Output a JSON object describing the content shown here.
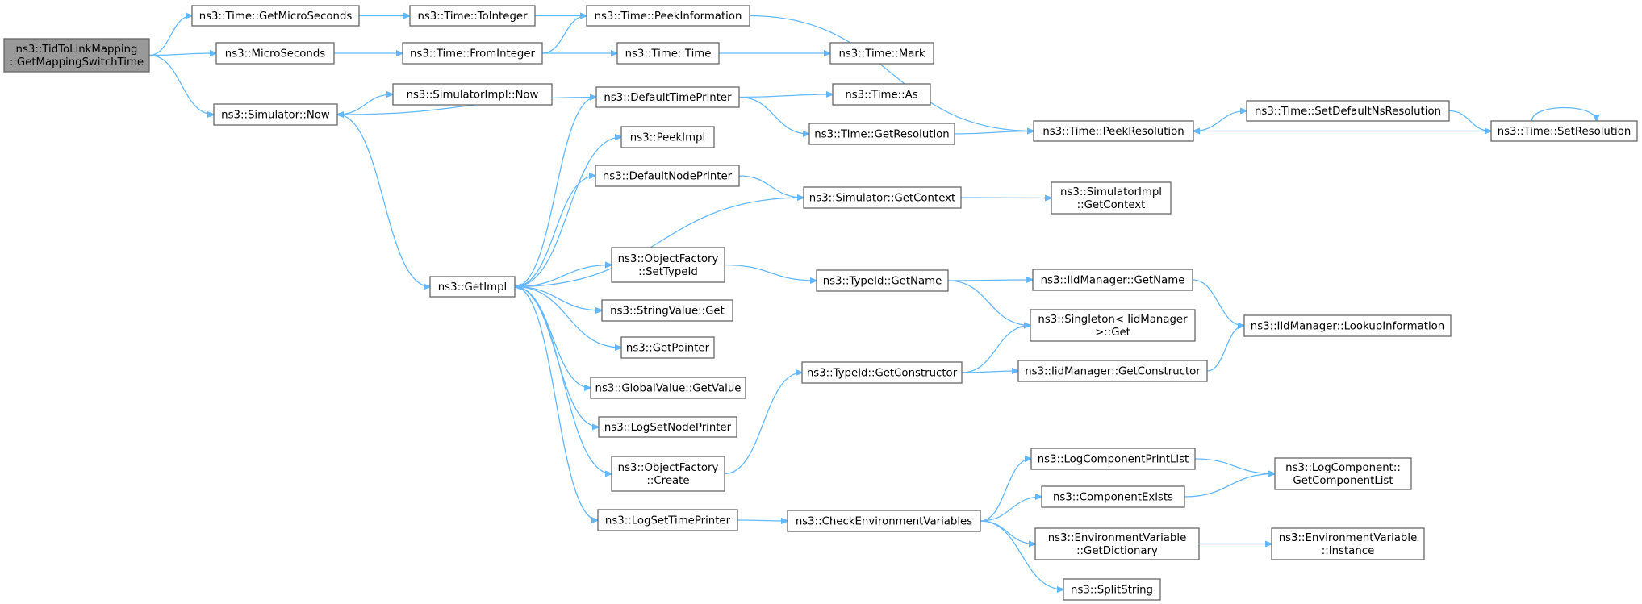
{
  "graph": {
    "edge_color": "#63b8ff",
    "root_fill": "#999999",
    "node_fill": "#ffffff",
    "node_border": "#666666",
    "nodes": [
      {
        "id": "root",
        "lines": [
          "ns3::TidToLinkMapping",
          "::GetMappingSwitchTime"
        ],
        "root": true
      },
      {
        "id": "getmicro",
        "lines": [
          "ns3::Time::GetMicroSeconds"
        ]
      },
      {
        "id": "microsec",
        "lines": [
          "ns3::MicroSeconds"
        ]
      },
      {
        "id": "simnow",
        "lines": [
          "ns3::Simulator::Now"
        ]
      },
      {
        "id": "tointeger",
        "lines": [
          "ns3::Time::ToInteger"
        ]
      },
      {
        "id": "fromint",
        "lines": [
          "ns3::Time::FromInteger"
        ]
      },
      {
        "id": "implnow",
        "lines": [
          "ns3::SimulatorImpl::Now"
        ]
      },
      {
        "id": "getimpl",
        "lines": [
          "ns3::GetImpl"
        ]
      },
      {
        "id": "peekinfo",
        "lines": [
          "ns3::Time::PeekInformation"
        ]
      },
      {
        "id": "timetime",
        "lines": [
          "ns3::Time::Time"
        ]
      },
      {
        "id": "deftp",
        "lines": [
          "ns3::DefaultTimePrinter"
        ]
      },
      {
        "id": "peekimpl",
        "lines": [
          "ns3::PeekImpl"
        ]
      },
      {
        "id": "defnp",
        "lines": [
          "ns3::DefaultNodePrinter"
        ]
      },
      {
        "id": "ofsettype",
        "lines": [
          "ns3::ObjectFactory",
          "::SetTypeId"
        ]
      },
      {
        "id": "strget",
        "lines": [
          "ns3::StringValue::Get"
        ]
      },
      {
        "id": "getptr",
        "lines": [
          "ns3::GetPointer"
        ]
      },
      {
        "id": "gvget",
        "lines": [
          "ns3::GlobalValue::GetValue"
        ]
      },
      {
        "id": "logsnp",
        "lines": [
          "ns3::LogSetNodePrinter"
        ]
      },
      {
        "id": "ofcreate",
        "lines": [
          "ns3::ObjectFactory",
          "::Create"
        ]
      },
      {
        "id": "logstp",
        "lines": [
          "ns3::LogSetTimePrinter"
        ]
      },
      {
        "id": "mark",
        "lines": [
          "ns3::Time::Mark"
        ]
      },
      {
        "id": "as",
        "lines": [
          "ns3::Time::As"
        ]
      },
      {
        "id": "getres",
        "lines": [
          "ns3::Time::GetResolution"
        ]
      },
      {
        "id": "simgetctx",
        "lines": [
          "ns3::Simulator::GetContext"
        ]
      },
      {
        "id": "tidgetname",
        "lines": [
          "ns3::TypeId::GetName"
        ]
      },
      {
        "id": "tidgetctor",
        "lines": [
          "ns3::TypeId::GetConstructor"
        ]
      },
      {
        "id": "checkenv",
        "lines": [
          "ns3::CheckEnvironmentVariables"
        ]
      },
      {
        "id": "peekres",
        "lines": [
          "ns3::Time::PeekResolution"
        ]
      },
      {
        "id": "implgetctx",
        "lines": [
          "ns3::SimulatorImpl",
          "::GetContext"
        ]
      },
      {
        "id": "iidgetname",
        "lines": [
          "ns3::IidManager::GetName"
        ]
      },
      {
        "id": "singleton",
        "lines": [
          "ns3::Singleton< IidManager",
          " >::Get"
        ]
      },
      {
        "id": "iidgetctor",
        "lines": [
          "ns3::IidManager::GetConstructor"
        ]
      },
      {
        "id": "logcpl",
        "lines": [
          "ns3::LogComponentPrintList"
        ]
      },
      {
        "id": "compexists",
        "lines": [
          "ns3::ComponentExists"
        ]
      },
      {
        "id": "envgetdict",
        "lines": [
          "ns3::EnvironmentVariable",
          "::GetDictionary"
        ]
      },
      {
        "id": "splitstr",
        "lines": [
          "ns3::SplitString"
        ]
      },
      {
        "id": "setdefns",
        "lines": [
          "ns3::Time::SetDefaultNsResolution"
        ]
      },
      {
        "id": "iidlookup",
        "lines": [
          "ns3::IidManager::LookupInformation"
        ]
      },
      {
        "id": "lcgetlist",
        "lines": [
          "ns3::LogComponent::",
          "GetComponentList"
        ]
      },
      {
        "id": "envinst",
        "lines": [
          "ns3::EnvironmentVariable",
          "::Instance"
        ]
      },
      {
        "id": "setres",
        "lines": [
          "ns3::Time::SetResolution"
        ]
      }
    ],
    "edges": [
      [
        "root",
        "getmicro"
      ],
      [
        "root",
        "microsec"
      ],
      [
        "root",
        "simnow"
      ],
      [
        "getmicro",
        "tointeger"
      ],
      [
        "tointeger",
        "peekinfo"
      ],
      [
        "microsec",
        "fromint"
      ],
      [
        "fromint",
        "peekinfo"
      ],
      [
        "fromint",
        "timetime"
      ],
      [
        "timetime",
        "mark"
      ],
      [
        "peekinfo",
        "peekres"
      ],
      [
        "simnow",
        "implnow"
      ],
      [
        "simnow",
        "getimpl"
      ],
      [
        "deftp",
        "simnow"
      ],
      [
        "deftp",
        "as"
      ],
      [
        "deftp",
        "getres"
      ],
      [
        "getres",
        "peekres"
      ],
      [
        "peekres",
        "setdefns"
      ],
      [
        "setdefns",
        "setres"
      ],
      [
        "setres",
        "peekres"
      ],
      [
        "setres",
        "setres"
      ],
      [
        "getimpl",
        "deftp"
      ],
      [
        "getimpl",
        "peekimpl"
      ],
      [
        "getimpl",
        "defnp"
      ],
      [
        "defnp",
        "simgetctx"
      ],
      [
        "simgetctx",
        "getimpl"
      ],
      [
        "simgetctx",
        "implgetctx"
      ],
      [
        "getimpl",
        "ofsettype"
      ],
      [
        "ofsettype",
        "tidgetname"
      ],
      [
        "tidgetname",
        "iidgetname"
      ],
      [
        "tidgetname",
        "singleton"
      ],
      [
        "iidgetname",
        "iidlookup"
      ],
      [
        "getimpl",
        "strget"
      ],
      [
        "getimpl",
        "getptr"
      ],
      [
        "getimpl",
        "gvget"
      ],
      [
        "getimpl",
        "logsnp"
      ],
      [
        "getimpl",
        "ofcreate"
      ],
      [
        "getimpl",
        "logstp"
      ],
      [
        "ofcreate",
        "tidgetctor"
      ],
      [
        "tidgetctor",
        "singleton"
      ],
      [
        "tidgetctor",
        "iidgetctor"
      ],
      [
        "iidgetctor",
        "iidlookup"
      ],
      [
        "logstp",
        "checkenv"
      ],
      [
        "checkenv",
        "logcpl"
      ],
      [
        "checkenv",
        "compexists"
      ],
      [
        "checkenv",
        "envgetdict"
      ],
      [
        "checkenv",
        "splitstr"
      ],
      [
        "logcpl",
        "lcgetlist"
      ],
      [
        "compexists",
        "lcgetlist"
      ],
      [
        "envgetdict",
        "envinst"
      ]
    ]
  }
}
